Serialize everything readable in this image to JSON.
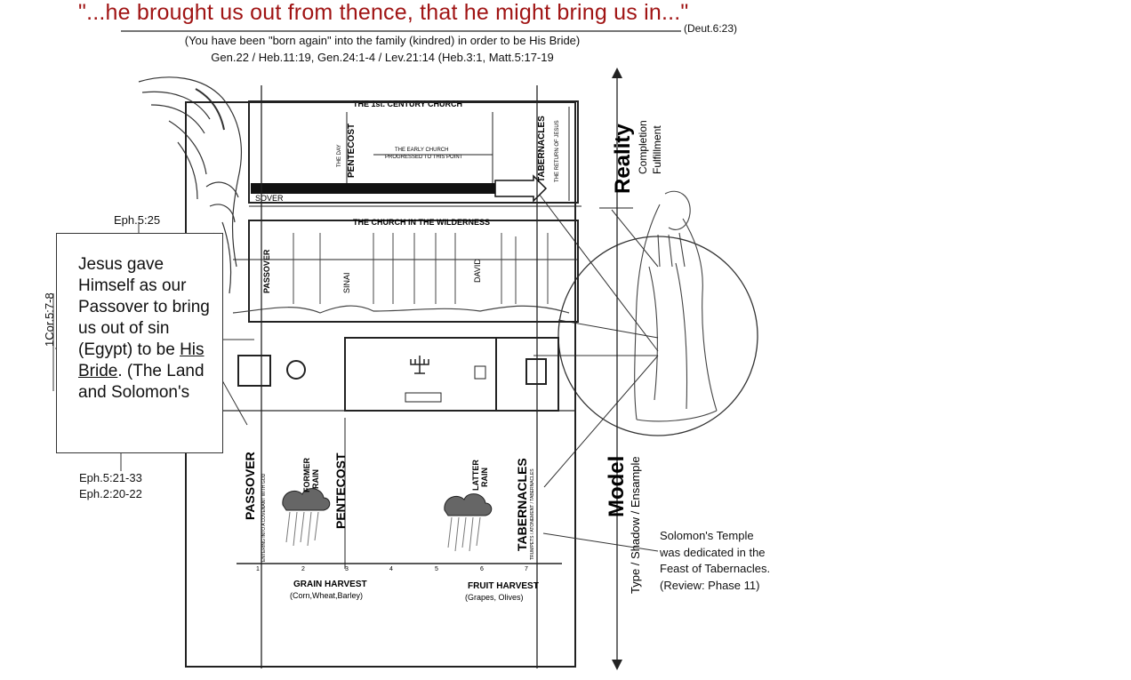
{
  "header": {
    "title": "\"...he brought us out from thence, that he might bring us in...\"",
    "title_ref": "(Deut.6:23)",
    "subtitle": "(You have been \"born again\" into the family (kindred) in order to be His Bride)",
    "references": "Gen.22 / Heb.11:19, Gen.24:1-4 / Lev.21:14 (Heb.3:1, Matt.5:17-19"
  },
  "callout": {
    "top_ref": "Eph.5:25",
    "side_ref": "1Cor.5:7-8",
    "text_before": "Jesus gave Himself as our Passover to bring us out of sin (Egypt) to be ",
    "text_underlined": "His Bride",
    "text_after": ". (The Land and Solomon's",
    "bottom_refs": [
      "Eph.5:21-33",
      "Eph.2:20-22"
    ]
  },
  "solomon_note": "Solomon's Temple was dedicated in the Feast of Tabernacles. (Review: Phase 11)",
  "diagram": {
    "top_panel_title": "THE 1st. CENTURY CHURCH",
    "top_passover": "SOVER",
    "top_pentecost": "PENTECOST",
    "top_the_day": "THE DAY",
    "top_early_church_1": "THE EARLY CHURCH",
    "top_early_church_2": "PROGRESSED TO THIS POINT",
    "top_tabernacles": "TABERNACLES",
    "top_return": "THE RETURN OF JESUS",
    "middle_panel_title": "THE CHURCH IN THE WILDERNESS",
    "middle_passover": "PASSOVER",
    "middle_sinai": "SINAI",
    "middle_david": "DAVID",
    "bottom_passover": "PASSOVER",
    "bottom_pentecost": "PENTECOST",
    "bottom_tabernacles": "TABERNACLES",
    "former_rain": [
      "FORMER",
      "RAIN"
    ],
    "latter_rain": [
      "LATTER",
      "RAIN"
    ],
    "small_left_vertical": "ENTERING INTO A COVENANT WITH GOD",
    "small_right_vertical": "TRUMPETS / ATONEMENT / TABERNACLES",
    "axis_numbers": [
      "1",
      "2",
      "3",
      "4",
      "5",
      "6",
      "7"
    ],
    "grain_harvest": "GRAIN HARVEST",
    "grain_sub": "(Corn,Wheat,Barley)",
    "fruit_harvest": "FRUIT HARVEST",
    "fruit_sub": "(Grapes, Olives)",
    "reality": "Reality",
    "completion": "Completion",
    "fulfillment": "Fulfillment",
    "model": "Model",
    "type_label": "Type / Shadow / Ensample"
  }
}
